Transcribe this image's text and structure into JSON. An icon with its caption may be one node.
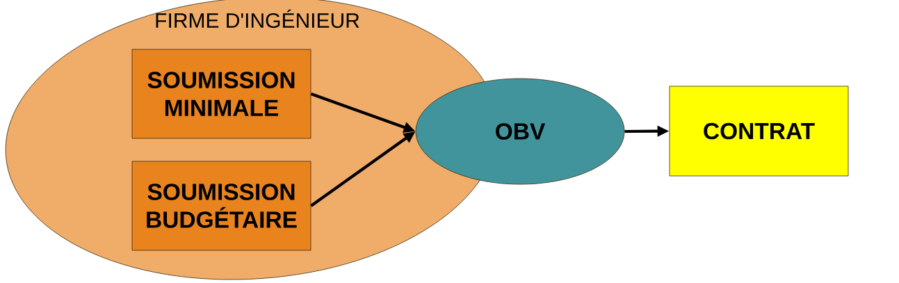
{
  "diagram": {
    "nodes": [
      {
        "text": [
          "FIRME D'INGÉNIEUR"
        ]
      },
      {
        "text": [
          "SOUMISSION MINIMALE"
        ],
        "in": 0
      },
      {
        "text": [
          "SOUMISSION BUDGÉTAIRE"
        ],
        "in": 0
      },
      {
        "text": [
          "OBV"
        ]
      },
      {
        "text": [
          "CONTRAT"
        ]
      }
    ],
    "edges": [
      {
        "from": 1,
        "to": 3,
        "arrow": "to"
      },
      {
        "from": 2,
        "to": 3,
        "arrow": "to"
      },
      {
        "from": 3,
        "to": 4,
        "arrow": "to"
      }
    ]
  }
}
